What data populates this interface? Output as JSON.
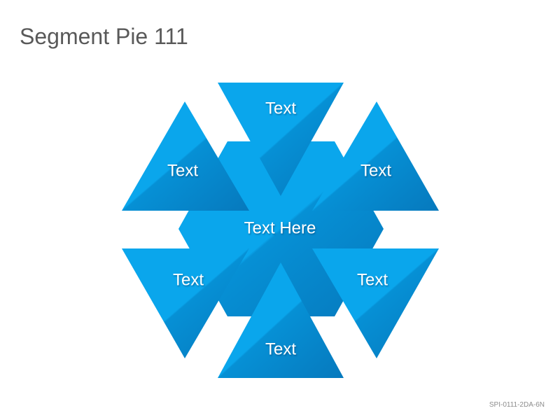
{
  "slide": {
    "title": "Segment Pie 111",
    "code": "SPI-0111-2DA-6N"
  },
  "diagram": {
    "center_label": "Text Here",
    "segments": [
      {
        "id": "top",
        "label": "Text"
      },
      {
        "id": "upper-left",
        "label": "Text"
      },
      {
        "id": "upper-right",
        "label": "Text"
      },
      {
        "id": "lower-left",
        "label": "Text"
      },
      {
        "id": "lower-right",
        "label": "Text"
      },
      {
        "id": "bottom",
        "label": "Text"
      }
    ],
    "colors": {
      "light": "#0aa6ec",
      "dark": "#0687cc",
      "text": "#ffffff"
    }
  }
}
